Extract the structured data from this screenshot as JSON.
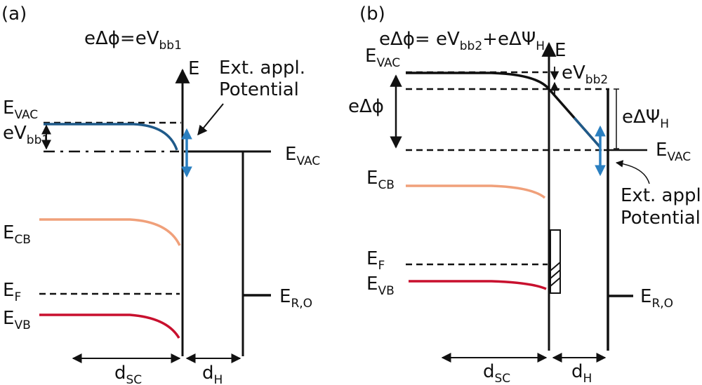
{
  "colors": {
    "ink": "#111111",
    "vac_band": "#1f5a8a",
    "cb_band": "#f0a07a",
    "vb_band": "#c8102e",
    "potential_arrow": "#2a7fc0"
  },
  "panel_a": {
    "label": "(a)",
    "equation": {
      "lhs": "eΔϕ=eV",
      "sub": "bb1"
    },
    "axis_label": "E",
    "annotation": {
      "line1": "Ext. appl.",
      "line2": "Potential"
    },
    "evac_left": {
      "main": "E",
      "sub": "VAC"
    },
    "evbb": {
      "main": "eV",
      "sub": "bb1"
    },
    "evac_right": {
      "main": "E",
      "sub": "VAC"
    },
    "ecb": {
      "main": "E",
      "sub": "CB"
    },
    "ef": {
      "main": "E",
      "sub": "F"
    },
    "evb": {
      "main": "E",
      "sub": "VB"
    },
    "ero": {
      "main": "E",
      "sub": "R,O"
    },
    "dsc": {
      "main": "d",
      "sub": "SC"
    },
    "dh": {
      "main": "d",
      "sub": "H"
    }
  },
  "panel_b": {
    "label": "(b)",
    "equation": {
      "p1": "eΔϕ= eV",
      "sub1": "bb2",
      "p2": "+eΔΨ",
      "sub2": "H"
    },
    "axis_label": "E",
    "evac_left": {
      "main": "E",
      "sub": "VAC"
    },
    "evbb": {
      "main": "eV",
      "sub": "bb2"
    },
    "edphi": "eΔϕ",
    "edpsi": {
      "main": "eΔΨ",
      "sub": "H"
    },
    "evac_right": {
      "main": "E",
      "sub": "VAC"
    },
    "annotation": {
      "line1": "Ext. appl.",
      "line2": "Potential"
    },
    "ecb": {
      "main": "E",
      "sub": "CB"
    },
    "ef": {
      "main": "E",
      "sub": "F"
    },
    "evb": {
      "main": "E",
      "sub": "VB"
    },
    "ero": {
      "main": "E",
      "sub": "R,O"
    },
    "dsc": {
      "main": "d",
      "sub": "SC"
    },
    "dh": {
      "main": "d",
      "sub": "H"
    }
  }
}
